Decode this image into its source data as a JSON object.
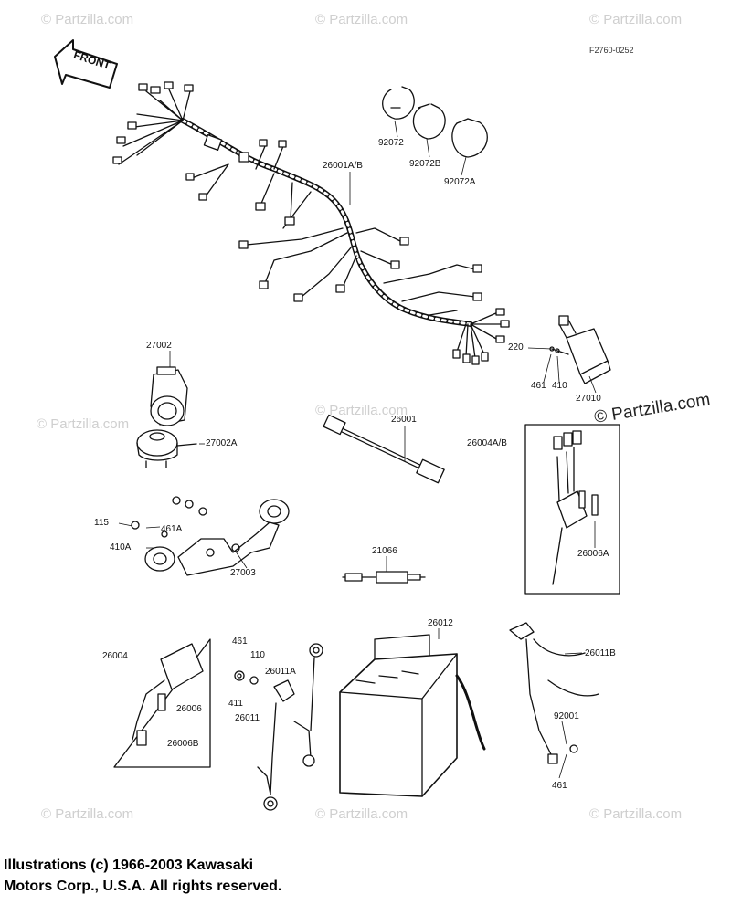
{
  "figure_code": "F2760-0252",
  "front_arrow_label": "FRONT",
  "watermark_text": "© Partzilla.com",
  "footer": {
    "line1": "Illustrations (c) 1966-2003 Kawasaki",
    "line2": "Motors Corp., U.S.A.  All rights reserved."
  },
  "labels": {
    "p92072": "92072",
    "p92072B": "92072B",
    "p92072A": "92072A",
    "p26001AB": "26001A/B",
    "p27002": "27002",
    "p27002A": "27002A",
    "p220": "220",
    "p461a": "461",
    "p410a": "410",
    "p27010": "27010",
    "p26001": "26001",
    "p26004AB": "26004A/B",
    "p26006A": "26006A",
    "p115": "115",
    "p461A": "461A",
    "p410A": "410A",
    "p27003": "27003",
    "p21066": "21066",
    "p26004": "26004",
    "p26006": "26006",
    "p26006B": "26006B",
    "p461b": "461",
    "p110": "110",
    "p411": "411",
    "p26011A": "26011A",
    "p26011": "26011",
    "p26012": "26012",
    "p26011B": "26011B",
    "p92001": "92001",
    "p461c": "461"
  }
}
